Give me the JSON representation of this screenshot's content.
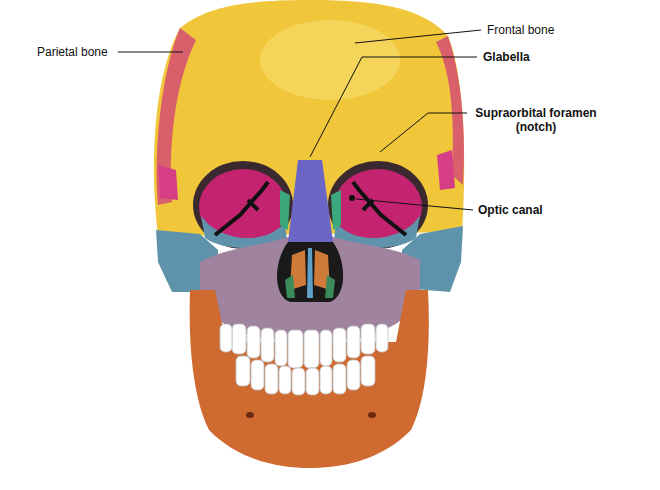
{
  "diagram": {
    "labels": [
      "Parietal bone",
      "Frontal bone",
      "Glabella",
      "Supraorbital foramen (notch)",
      "Optic canal"
    ]
  }
}
